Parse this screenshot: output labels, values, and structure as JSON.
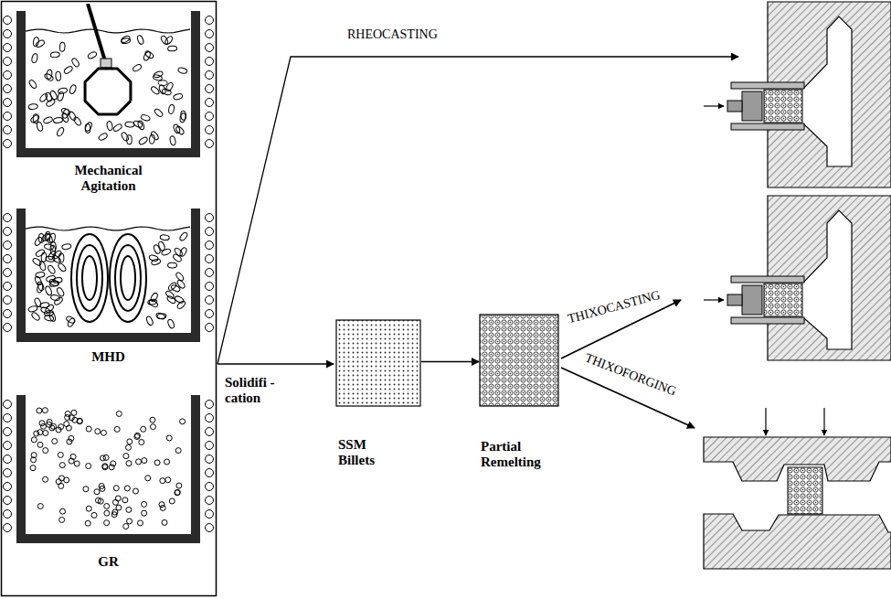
{
  "diagram": {
    "nodes": [
      {
        "text": [
          "Mechanical Agitation"
        ]
      },
      {
        "text": [
          "MHD"
        ]
      },
      {
        "text": [
          "GR"
        ]
      },
      {
        "text": [
          "SSM Billets"
        ]
      },
      {
        "text": [
          "Partial Remelting"
        ]
      }
    ],
    "edges": [
      {
        "from": 3,
        "to": 4,
        "arrow": "to"
      }
    ],
    "labels": [
      "RHEOCASTING",
      "Solidifi - cation",
      "THIXOCASTING",
      "THIXOFORGING"
    ]
  }
}
